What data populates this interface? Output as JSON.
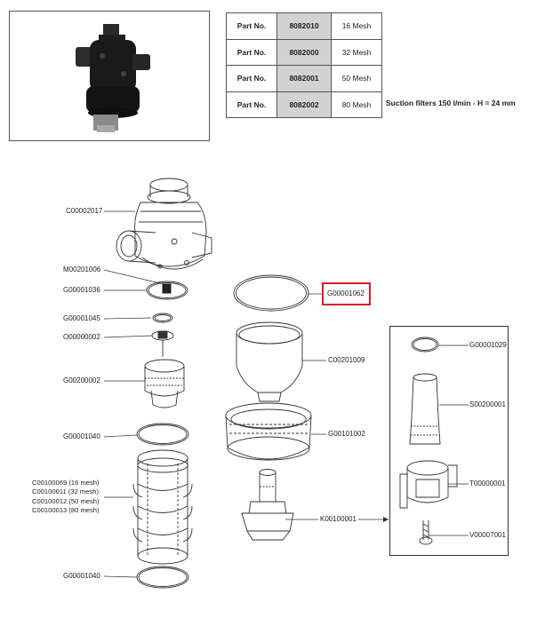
{
  "part_table": {
    "rows": [
      {
        "label": "Part No.",
        "number": "8082010",
        "mesh": "16 Mesh"
      },
      {
        "label": "Part No.",
        "number": "8082000",
        "mesh": "32 Mesh"
      },
      {
        "label": "Part No.",
        "number": "8082001",
        "mesh": "50 Mesh"
      },
      {
        "label": "Part No.",
        "number": "8082002",
        "mesh": "80 Mesh"
      }
    ],
    "note": "Suction filters 150 l/min  -  H = 24 mm"
  },
  "callouts": {
    "c00002017": "C00002017",
    "m00201006": "M00201006",
    "g00001036": "G00001036",
    "g00001045": "G00001045",
    "o00000002": "O00000002",
    "g00200002": "G00200002",
    "g00001040_top": "G00001040",
    "g00001040_bottom": "G00001040",
    "g00001062": "G00001062",
    "c00201009": "C00201009",
    "g00101002": "G00101002",
    "k00100001": "K00100001",
    "g00001029": "G00001029",
    "s00200001": "S00200001",
    "t00000001": "T00000001",
    "v00007001": "V00007001"
  },
  "mesh_variants": [
    "C00100069 (16 mesh)",
    "C00100011 (32 mesh)",
    "C00100012 (50 mesh)",
    "C00100013 (80 mesh)"
  ],
  "highlight_color": "#d0202a"
}
